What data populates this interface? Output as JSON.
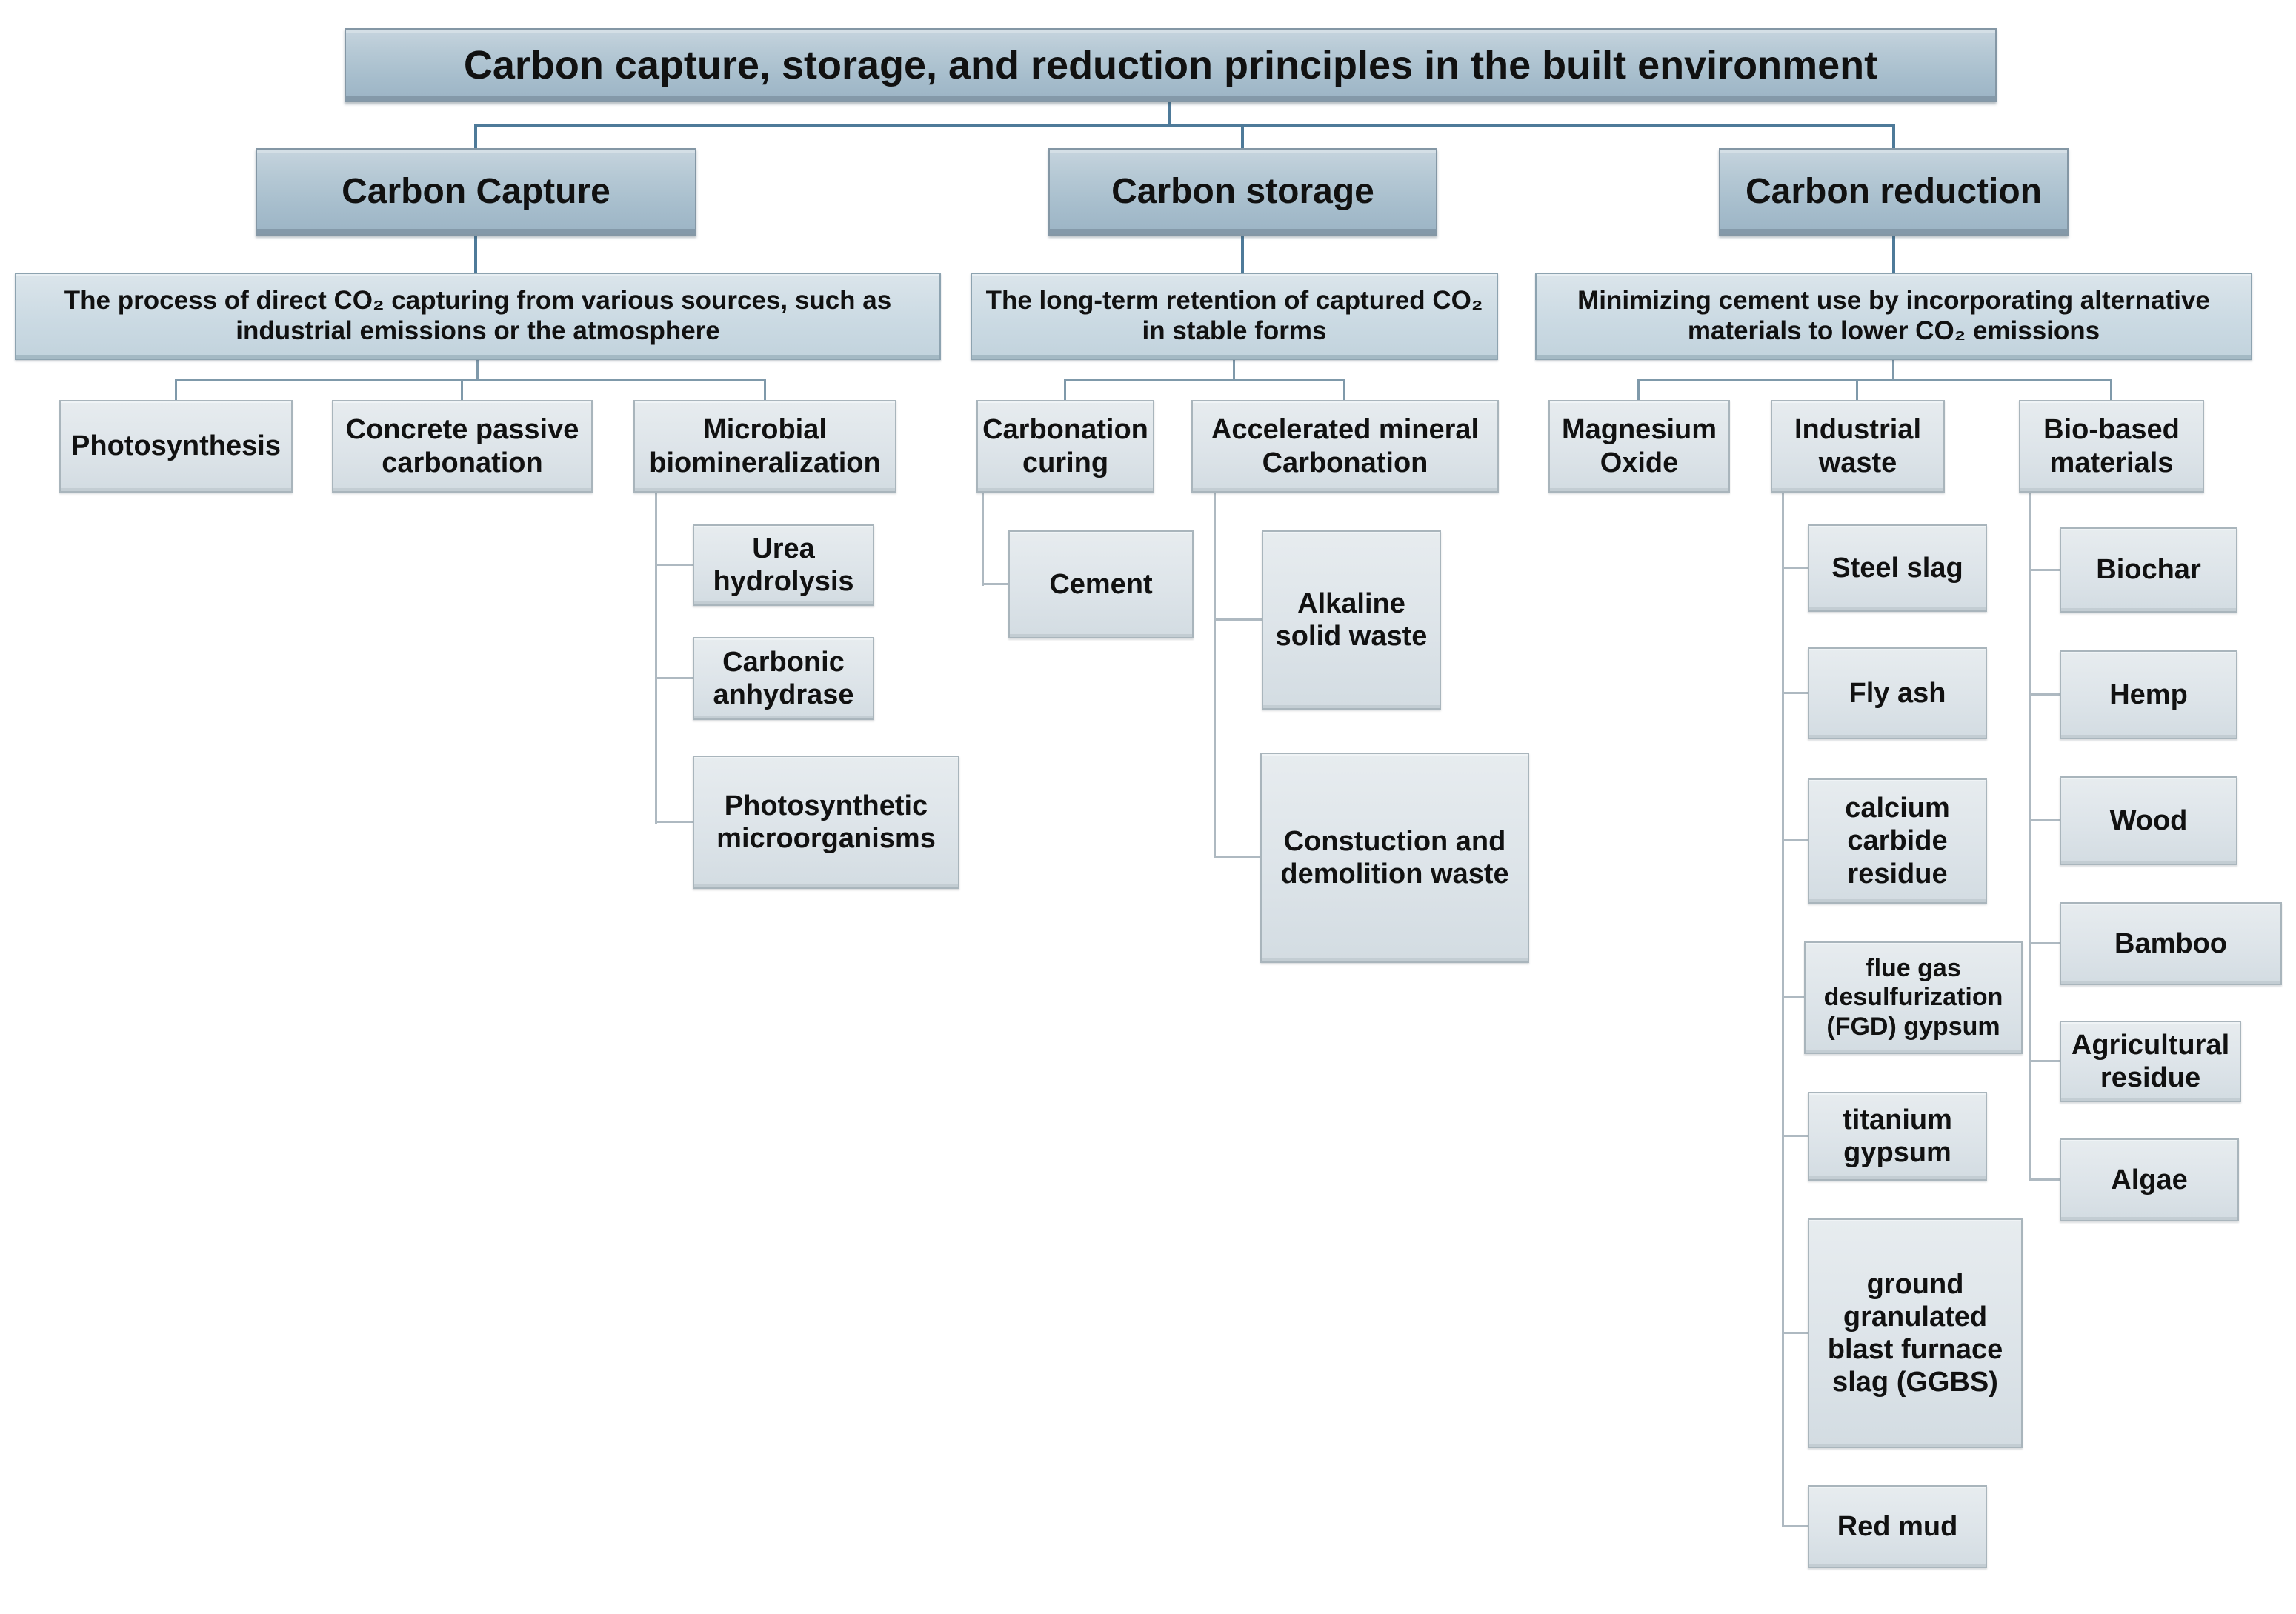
{
  "title": "Carbon capture, storage, and reduction principles in the built environment",
  "branches": [
    {
      "label": "Carbon Capture",
      "description": "The process of direct CO₂ capturing from various sources, such as industrial emissions or the atmosphere",
      "children": [
        {
          "label": "Photosynthesis",
          "children": []
        },
        {
          "label": "Concrete passive carbonation",
          "children": []
        },
        {
          "label": "Microbial biomineralization",
          "children": [
            {
              "label": "Urea hydrolysis"
            },
            {
              "label": "Carbonic anhydrase"
            },
            {
              "label": "Photosynthetic microorganisms"
            }
          ]
        }
      ]
    },
    {
      "label": "Carbon storage",
      "description": "The long-term retention of captured CO₂ in stable forms",
      "children": [
        {
          "label": "Carbonation curing",
          "children": [
            {
              "label": "Cement"
            }
          ]
        },
        {
          "label": "Accelerated mineral Carbonation",
          "children": [
            {
              "label": "Alkaline solid waste"
            },
            {
              "label": "Constuction and demolition waste"
            }
          ]
        }
      ]
    },
    {
      "label": "Carbon reduction",
      "description": "Minimizing cement use by incorporating alternative materials to lower CO₂ emissions",
      "children": [
        {
          "label": "Magnesium Oxide",
          "children": []
        },
        {
          "label": "Industrial waste",
          "children": [
            {
              "label": "Steel slag"
            },
            {
              "label": "Fly ash"
            },
            {
              "label": "calcium carbide residue"
            },
            {
              "label": "flue gas desulfurization (FGD) gypsum"
            },
            {
              "label": "titanium gypsum"
            },
            {
              "label": "ground granulated blast furnace slag (GGBS)"
            },
            {
              "label": "Red mud"
            }
          ]
        },
        {
          "label": "Bio-based materials",
          "children": [
            {
              "label": "Biochar"
            },
            {
              "label": "Hemp"
            },
            {
              "label": "Wood"
            },
            {
              "label": "Bamboo"
            },
            {
              "label": "Agricultural residue"
            },
            {
              "label": "Algae"
            }
          ]
        }
      ]
    }
  ],
  "palette": {
    "header_fill_top": "#c6d4de",
    "header_fill_bottom": "#9cb4c5",
    "description_fill": "#cbdae3",
    "node_fill": "#dfe6eb",
    "connector_primary": "#4e7a99",
    "connector_secondary": "#7f99aa",
    "connector_tertiary": "#aeb9c1",
    "text": "#111111"
  }
}
